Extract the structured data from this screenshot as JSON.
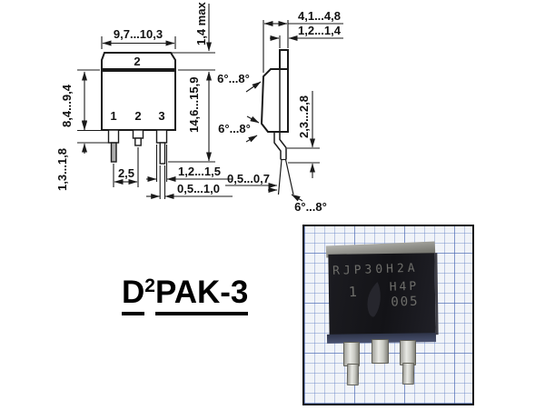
{
  "front_view": {
    "tab_pin_label": "2",
    "pin_labels": [
      "1",
      "2",
      "3"
    ],
    "dim_tab_width": "9,7...10,3",
    "dim_tab_height": "1,4 max",
    "dim_total_height": "14,6...15,9",
    "dim_body_height": "8,4...9,4",
    "dim_lead_shoulder": "1,3...1,8",
    "dim_pin_pitch": "2,5",
    "dim_lead_width": "1,2...1,5",
    "dim_lead_tip_width": "0,5...1,0"
  },
  "side_view": {
    "dim_body_thickness": "4,1...4,8",
    "dim_tab_thickness": "1,2...1,4",
    "dim_lead_offset": "2,3...2,8",
    "dim_lead_thickness": "0,5...0,7",
    "angle_top": "6°...8°",
    "angle_bottom": "6°...8°",
    "angle_lead": "6°...8°"
  },
  "package_name": {
    "prefix": "D",
    "superscript": "2",
    "suffix": "PAK-3"
  },
  "photo_markings": {
    "line1": "RJP30H2A",
    "pin_index": "1",
    "code1": "H4P",
    "code2": "005"
  },
  "colors": {
    "drawing_line": "#1a1a1a",
    "paper": "#f0f3f8",
    "grid_line": "#8ca6d6",
    "chip_body": "#17171b",
    "chip_flange": "#3a4156",
    "pin_metal": "#d9d9d4",
    "marking_text": "#6e6e6a"
  }
}
